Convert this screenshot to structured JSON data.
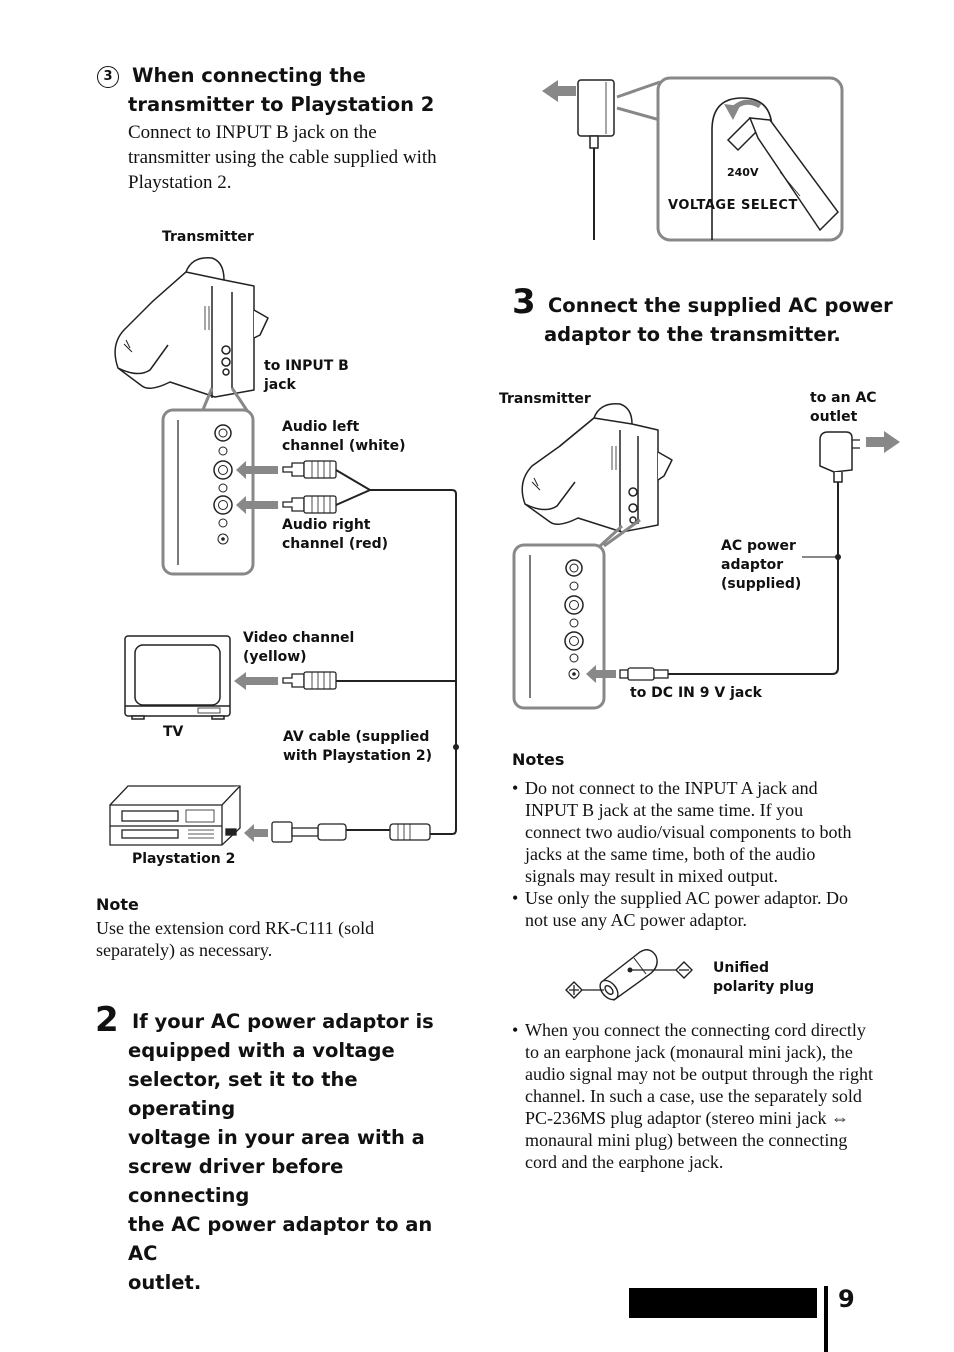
{
  "section3": {
    "marker": "3",
    "heading_line1": "When connecting the",
    "heading_line2": "transmitter to Playstation 2",
    "body": "Connect to INPUT B jack on the transmitter using the cable supplied with Playstation 2."
  },
  "diagram1": {
    "transmitter": "Transmitter",
    "input_b_line1": "to INPUT B",
    "input_b_line2": "jack",
    "audio_left_line1": "Audio left",
    "audio_left_line2": "channel (white)",
    "audio_right_line1": "Audio right",
    "audio_right_line2": "channel (red)",
    "video_line1": "Video channel",
    "video_line2": "(yellow)",
    "tv": "TV",
    "av_cable_line1": "AV cable (supplied",
    "av_cable_line2": "with Playstation 2)",
    "ps2": "Playstation 2"
  },
  "note1": {
    "title": "Note",
    "body": "Use the extension cord RK-C111 (sold separately) as necessary."
  },
  "step2": {
    "number": "2",
    "lines": [
      "If your AC power adaptor is",
      "equipped with a voltage",
      "selector, set it to the operating",
      "voltage in your area with a",
      "screw driver before connecting",
      "the AC power adaptor to an AC",
      "outlet."
    ]
  },
  "voltage_diagram": {
    "voltage": "240V",
    "selector": "VOLTAGE SELECT"
  },
  "step3": {
    "number": "3",
    "line1": "Connect the supplied AC power",
    "line2": "adaptor to the transmitter."
  },
  "diagram2": {
    "transmitter": "Transmitter",
    "outlet_line1": "to an AC",
    "outlet_line2": "outlet",
    "adaptor_line1": "AC power",
    "adaptor_line2": "adaptor",
    "adaptor_line3": "(supplied)",
    "dc_in": "to DC IN 9 V jack"
  },
  "notes": {
    "title": "Notes",
    "item1": "Do not connect to the INPUT A jack and INPUT B jack at the same time. If you connect two audio/visual components to both jacks at the same time, both of the audio signals may result in mixed output.",
    "item2": "Use only the supplied AC power adaptor. Do not use any AC power adaptor.",
    "plug_line1": "Unified",
    "plug_line2": "polarity plug",
    "item3": "When you connect the connecting cord directly to an earphone jack (monaural mini jack), the audio signal may not be output through the right channel. In such a case, use the separately sold PC-236MS plug adaptor (stereo mini jack ⇔ monaural mini plug) between the connecting cord and the earphone jack."
  },
  "page": {
    "number": "9"
  }
}
